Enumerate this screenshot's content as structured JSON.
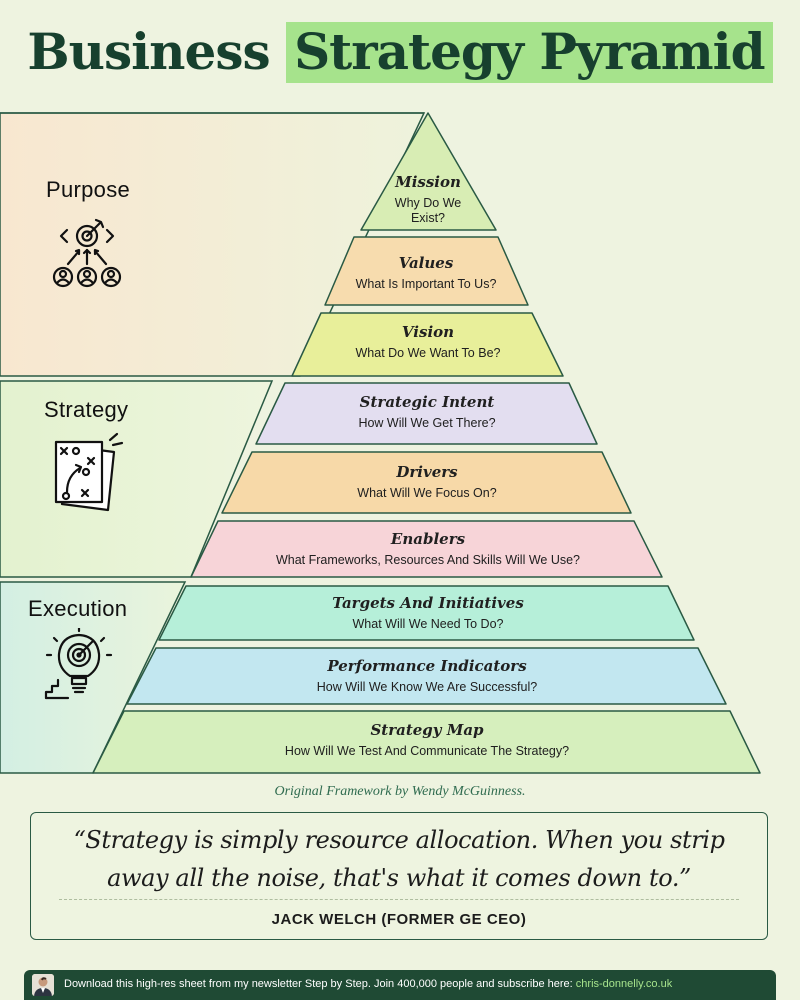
{
  "title": {
    "part1": "Business",
    "part2_highlighted": "Strategy Pyramid"
  },
  "sections": [
    {
      "label": "Purpose",
      "icon": "target-people-icon"
    },
    {
      "label": "Strategy",
      "icon": "playbook-icon"
    },
    {
      "label": "Execution",
      "icon": "lightbulb-target-icon"
    }
  ],
  "layers": [
    {
      "heading": "Mission",
      "subtitle": "Why Do We",
      "subtitle2": "Exist?",
      "color": "#d8edb4"
    },
    {
      "heading": "Values",
      "subtitle": "What Is Important To Us?",
      "color": "#f7dcae"
    },
    {
      "heading": "Vision",
      "subtitle": "What Do We Want To Be?",
      "color": "#e8ef9a"
    },
    {
      "heading": "Strategic Intent",
      "subtitle": "How Will We Get There?",
      "color": "#e3def0"
    },
    {
      "heading": "Drivers",
      "subtitle": "What Will We Focus On?",
      "color": "#f7d9a8"
    },
    {
      "heading": "Enablers",
      "subtitle": "What Frameworks, Resources And Skills Will We Use?",
      "color": "#f7d4d8"
    },
    {
      "heading": "Targets And Initiatives",
      "subtitle": "What Will We Need To Do?",
      "color": "#b6efd9"
    },
    {
      "heading": "Performance Indicators",
      "subtitle": "How Will We Know We Are Successful?",
      "color": "#c2e7f0"
    },
    {
      "heading": "Strategy Map",
      "subtitle": "How Will We Test And Communicate The Strategy?",
      "color": "#d6efbd"
    }
  ],
  "credit": "Original Framework by Wendy McGuinness.",
  "quote": {
    "line1": "“Strategy is simply resource allocation. When you strip",
    "line2": "away all the noise, that's what it comes down to.”",
    "author": "JACK WELCH (FORMER GE CEO)"
  },
  "footer": {
    "text": "Download this high-res sheet from my newsletter Step by Step. Join 400,000 people and subscribe here: ",
    "link": "chris-donnelly.co.uk"
  },
  "colors": {
    "title": "#17402e",
    "title_highlight": "#a6e38c",
    "border": "#2a5a44",
    "footer_bg": "#1f4a34",
    "purpose_band": "#f6ead1",
    "strategy_band": "#e6f3d2",
    "execution_band": "#d6f0e3"
  }
}
